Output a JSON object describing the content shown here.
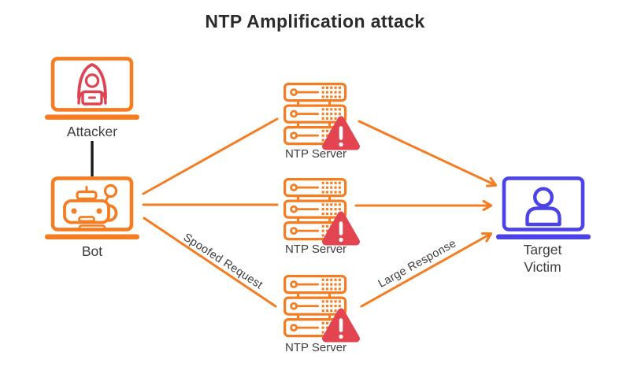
{
  "title": "NTP Amplification attack",
  "colors": {
    "accent_orange": "#F57C20",
    "accent_red": "#DC4453",
    "warning_red": "#E24450",
    "accent_blue": "#4B43E8",
    "connector_black": "#1A1A1A",
    "title_text": "#2B2B2B",
    "label_text": "#3D3D3D",
    "background": "#FFFFFF"
  },
  "nodes": {
    "attacker": {
      "label": "Attacker",
      "icon": "hacker-laptop-icon"
    },
    "bot": {
      "label": "Bot",
      "icon": "robot-laptop-icon"
    },
    "ntp_servers": [
      {
        "label": "NTP Server",
        "icon": "server-rack-icon",
        "badge_icon": "warning-icon"
      },
      {
        "label": "NTP Server",
        "icon": "server-rack-icon",
        "badge_icon": "warning-icon"
      },
      {
        "label": "NTP Server",
        "icon": "server-rack-icon",
        "badge_icon": "warning-icon"
      }
    ],
    "target_victim": {
      "label": "Target Victim",
      "icon": "user-laptop-icon"
    }
  },
  "edges": {
    "spoofed_request_label": "Spoofed Request",
    "large_response_label": "Large Response"
  }
}
